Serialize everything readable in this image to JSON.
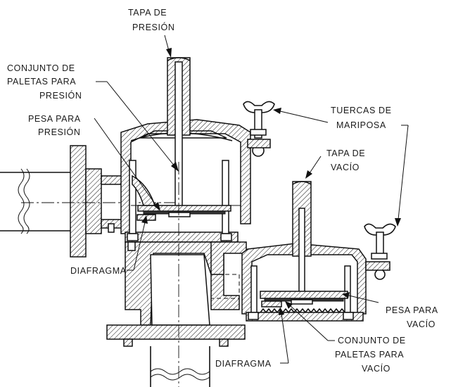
{
  "labels": {
    "tapa_presion_1": "TAPA DE",
    "tapa_presion_2": "PRESIÓN",
    "conjunto_presion_1": "CONJUNTO DE",
    "conjunto_presion_2": "PALETAS PARA",
    "conjunto_presion_3": "PRESIÓN",
    "pesa_presion_1": "PESA PARA",
    "pesa_presion_2": "PRESIÓN",
    "tuercas_1": "TUERCAS DE",
    "tuercas_2": "MARIPOSA",
    "tapa_vacio_1": "TAPA DE",
    "tapa_vacio_2": "VACÍO",
    "diafragma_left": "DIAFRAGMA",
    "pesa_vacio_1": "PESA PARA",
    "pesa_vacio_2": "VACÍO",
    "conjunto_vacio_1": "CONJUNTO DE",
    "conjunto_vacio_2": "PALETAS PARA",
    "conjunto_vacio_3": "VACÍO",
    "diafragma_bottom": "DIAFRAGMA"
  }
}
